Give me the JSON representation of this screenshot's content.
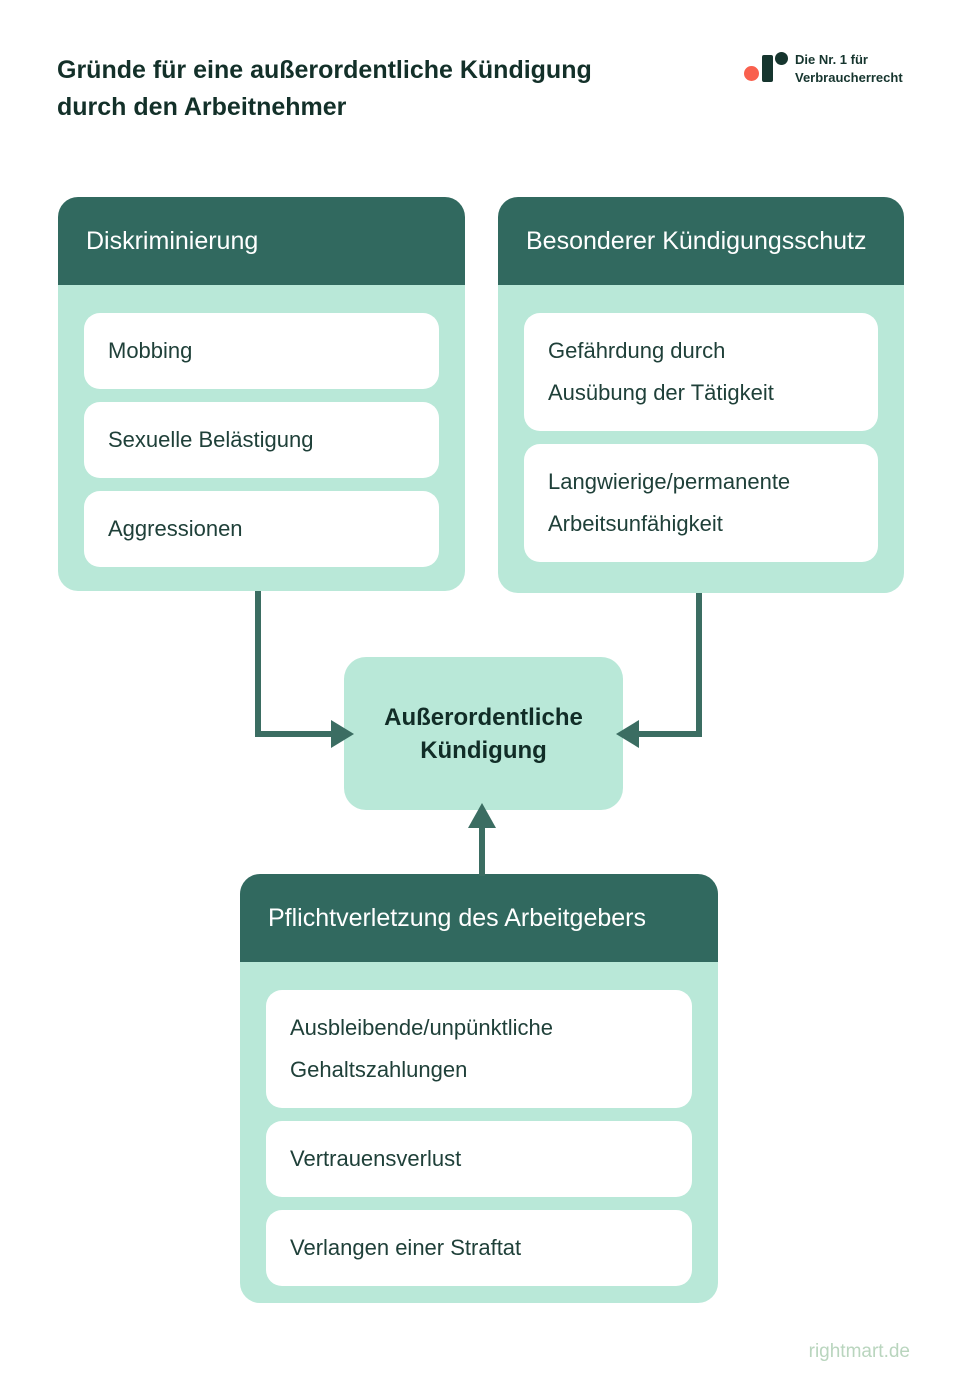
{
  "page": {
    "title_lines": [
      "Gründe für eine außerordentliche Kündigung",
      "durch den Arbeitnehmer"
    ],
    "footer": "rightmart.de"
  },
  "logo": {
    "tagline_line1": "Die Nr. 1 für",
    "tagline_line2": "Verbraucherrecht"
  },
  "colors": {
    "header_bg": "#31695f",
    "panel_bg": "#b9e8d8",
    "arrow": "#3b6d62",
    "title_text": "#133029",
    "item_text": "#1f4039",
    "center_text": "#112d27",
    "logo_red": "#f9604e",
    "logo_dark": "#16352e",
    "footer_text": "#b9d5be"
  },
  "diagram": {
    "groups": [
      {
        "title": "Diskriminierung",
        "items": [
          {
            "lines": [
              "Mobbing"
            ]
          },
          {
            "lines": [
              "Sexuelle Belästigung"
            ]
          },
          {
            "lines": [
              "Aggressionen"
            ]
          }
        ]
      },
      {
        "title": "Besonderer Kündigungsschutz",
        "items": [
          {
            "lines": [
              "Gefährdung durch",
              "Ausübung der Tätigkeit"
            ]
          },
          {
            "lines": [
              "Langwierige/permanente",
              "Arbeitsunfähigkeit"
            ]
          }
        ]
      },
      {
        "title": "Pflichtverletzung des Arbeitgebers",
        "items": [
          {
            "lines": [
              "Ausbleibende/unpünktliche",
              "Gehaltszahlungen"
            ]
          },
          {
            "lines": [
              "Vertrauensverlust"
            ]
          },
          {
            "lines": [
              "Verlangen einer Straftat"
            ]
          }
        ]
      }
    ],
    "center": {
      "lines": [
        "Außerordentliche",
        "Kündigung"
      ]
    }
  }
}
